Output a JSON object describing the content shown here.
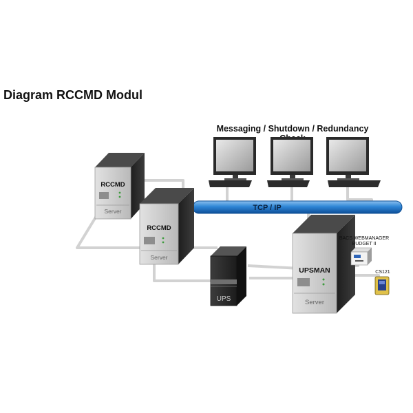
{
  "title": "Diagram RCCMD Modul",
  "caption": "Messaging / Shutdown / Redundancy Check",
  "network": {
    "label": "TCP / IP"
  },
  "servers": [
    {
      "name": "RCCMD",
      "type": "Server"
    },
    {
      "name": "RCCMD",
      "type": "Server"
    },
    {
      "name": "UPSMAN",
      "type": "Server"
    }
  ],
  "ups": {
    "label": "UPS"
  },
  "webmanager": {
    "line1": "BACS WEBMANAGER",
    "line2": "BUDGET II"
  },
  "cs121": {
    "label": "CS121"
  },
  "colors": {
    "network": "#1d72c4",
    "tower": "#c9c9c9",
    "ups": "#2b2b2b",
    "cable": "#d2d2d2"
  }
}
